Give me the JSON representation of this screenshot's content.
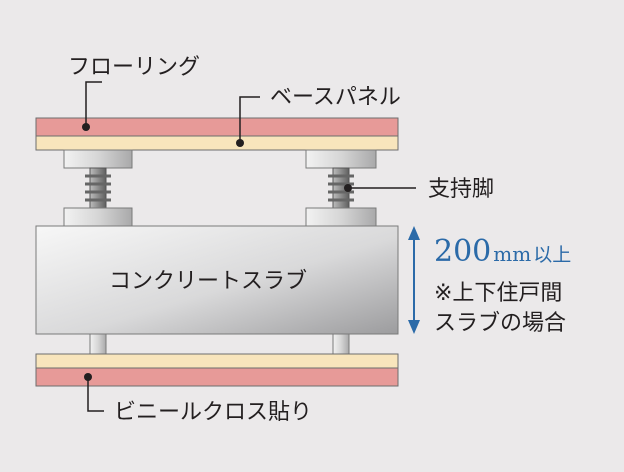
{
  "labels": {
    "flooring": "フローリング",
    "base_panel": "ベースパネル",
    "support_leg": "支持脚",
    "concrete_slab": "コンクリートスラブ",
    "vinyl_cross": "ビニールクロス貼り"
  },
  "dimension": {
    "value": "200",
    "unit": "mm",
    "suffix": "以上"
  },
  "note": {
    "line1": "※上下住戸間",
    "line2": "スラブの場合"
  },
  "colors": {
    "background": "#ebe9ea",
    "flooring": "#e79a98",
    "panel": "#f8e5bc",
    "accent_blue": "#2b6aa8",
    "leader": "#231f20"
  }
}
